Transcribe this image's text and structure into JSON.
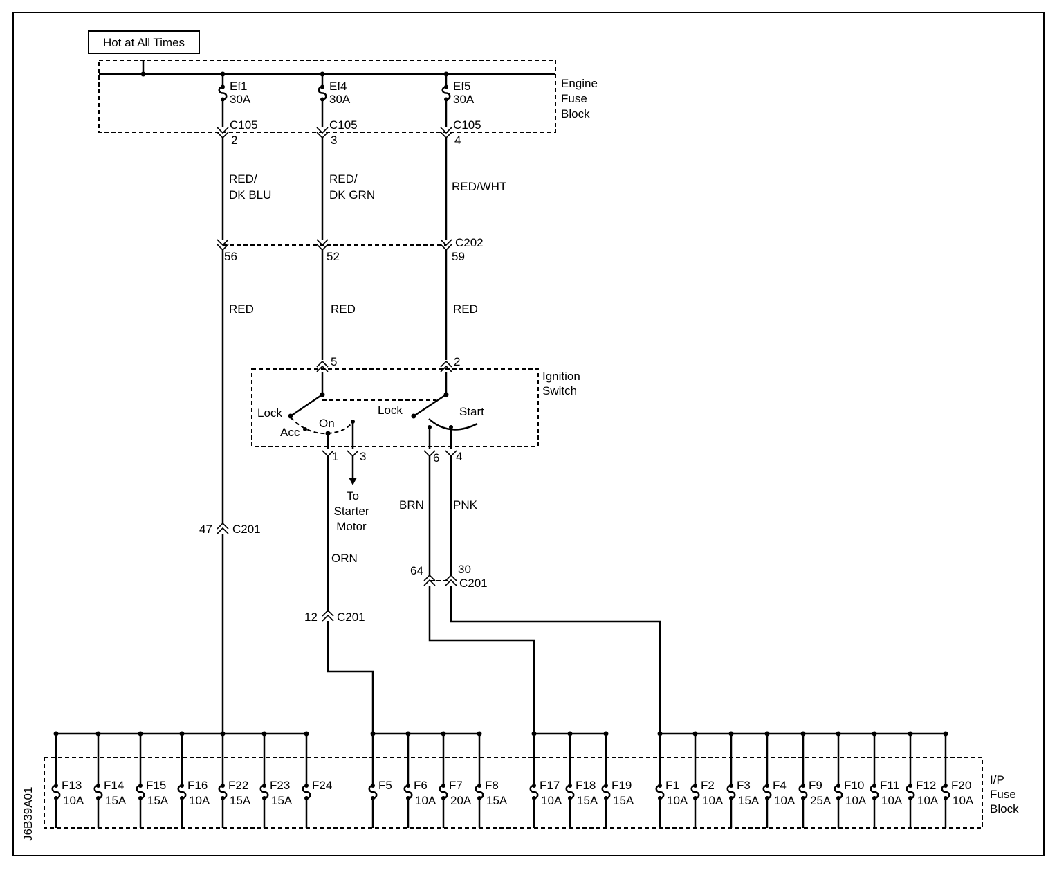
{
  "header": {
    "hot_label": "Hot at All Times"
  },
  "engine_fuse_block": {
    "label_lines": [
      "Engine",
      "Fuse",
      "Block"
    ],
    "fuses": [
      {
        "name": "Ef1",
        "rating": "30A",
        "connector": "C105",
        "pin": "2"
      },
      {
        "name": "Ef4",
        "rating": "30A",
        "connector": "C105",
        "pin": "3"
      },
      {
        "name": "Ef5",
        "rating": "30A",
        "connector": "C105",
        "pin": "4"
      }
    ]
  },
  "wires_top": [
    {
      "lines": [
        "RED/",
        "DK BLU"
      ]
    },
    {
      "lines": [
        "RED/",
        "DK GRN"
      ]
    },
    {
      "lines": [
        "RED/WHT"
      ]
    }
  ],
  "c202": {
    "connector": "C202",
    "pins": [
      "56",
      "52",
      "59"
    ]
  },
  "wires_mid": [
    "RED",
    "RED",
    "RED"
  ],
  "ignition_switch": {
    "label_lines": [
      "Ignition",
      "Switch"
    ],
    "top_pins": [
      "5",
      "2"
    ],
    "positions": {
      "lock_left": "Lock",
      "acc": "Acc",
      "on": "On",
      "lock_right": "Lock",
      "start": "Start"
    },
    "bottom_pins": [
      "1",
      "3",
      "6",
      "4"
    ]
  },
  "starter": {
    "lines": [
      "To",
      "Starter",
      "Motor"
    ]
  },
  "wires_lower": {
    "orn": "ORN",
    "brn": "BRN",
    "pnk": "PNK"
  },
  "c201": {
    "connector": "C201",
    "left_pin": "47",
    "orn_pin": "12",
    "brn_pin": "64",
    "pnk_pin": "30"
  },
  "ip_fuse_block": {
    "label_lines": [
      "I/P",
      "Fuse",
      "Block"
    ],
    "groups": [
      [
        {
          "name": "F13",
          "rating": "10A"
        },
        {
          "name": "F14",
          "rating": "15A"
        },
        {
          "name": "F15",
          "rating": "15A"
        },
        {
          "name": "F16",
          "rating": "10A"
        },
        {
          "name": "F22",
          "rating": "15A"
        },
        {
          "name": "F23",
          "rating": "15A"
        },
        {
          "name": "F24",
          "rating": ""
        }
      ],
      [
        {
          "name": "F5",
          "rating": ""
        },
        {
          "name": "F6",
          "rating": "10A"
        },
        {
          "name": "F7",
          "rating": "20A"
        },
        {
          "name": "F8",
          "rating": "15A"
        }
      ],
      [
        {
          "name": "F17",
          "rating": "10A"
        },
        {
          "name": "F18",
          "rating": "15A"
        },
        {
          "name": "F19",
          "rating": "15A"
        }
      ],
      [
        {
          "name": "F1",
          "rating": "10A"
        },
        {
          "name": "F2",
          "rating": "10A"
        },
        {
          "name": "F3",
          "rating": "15A"
        },
        {
          "name": "F4",
          "rating": "10A"
        },
        {
          "name": "F9",
          "rating": "25A"
        },
        {
          "name": "F10",
          "rating": "10A"
        },
        {
          "name": "F11",
          "rating": "10A"
        },
        {
          "name": "F12",
          "rating": "10A"
        },
        {
          "name": "F20",
          "rating": "10A"
        }
      ]
    ]
  },
  "figure_code": "J6B39A01"
}
